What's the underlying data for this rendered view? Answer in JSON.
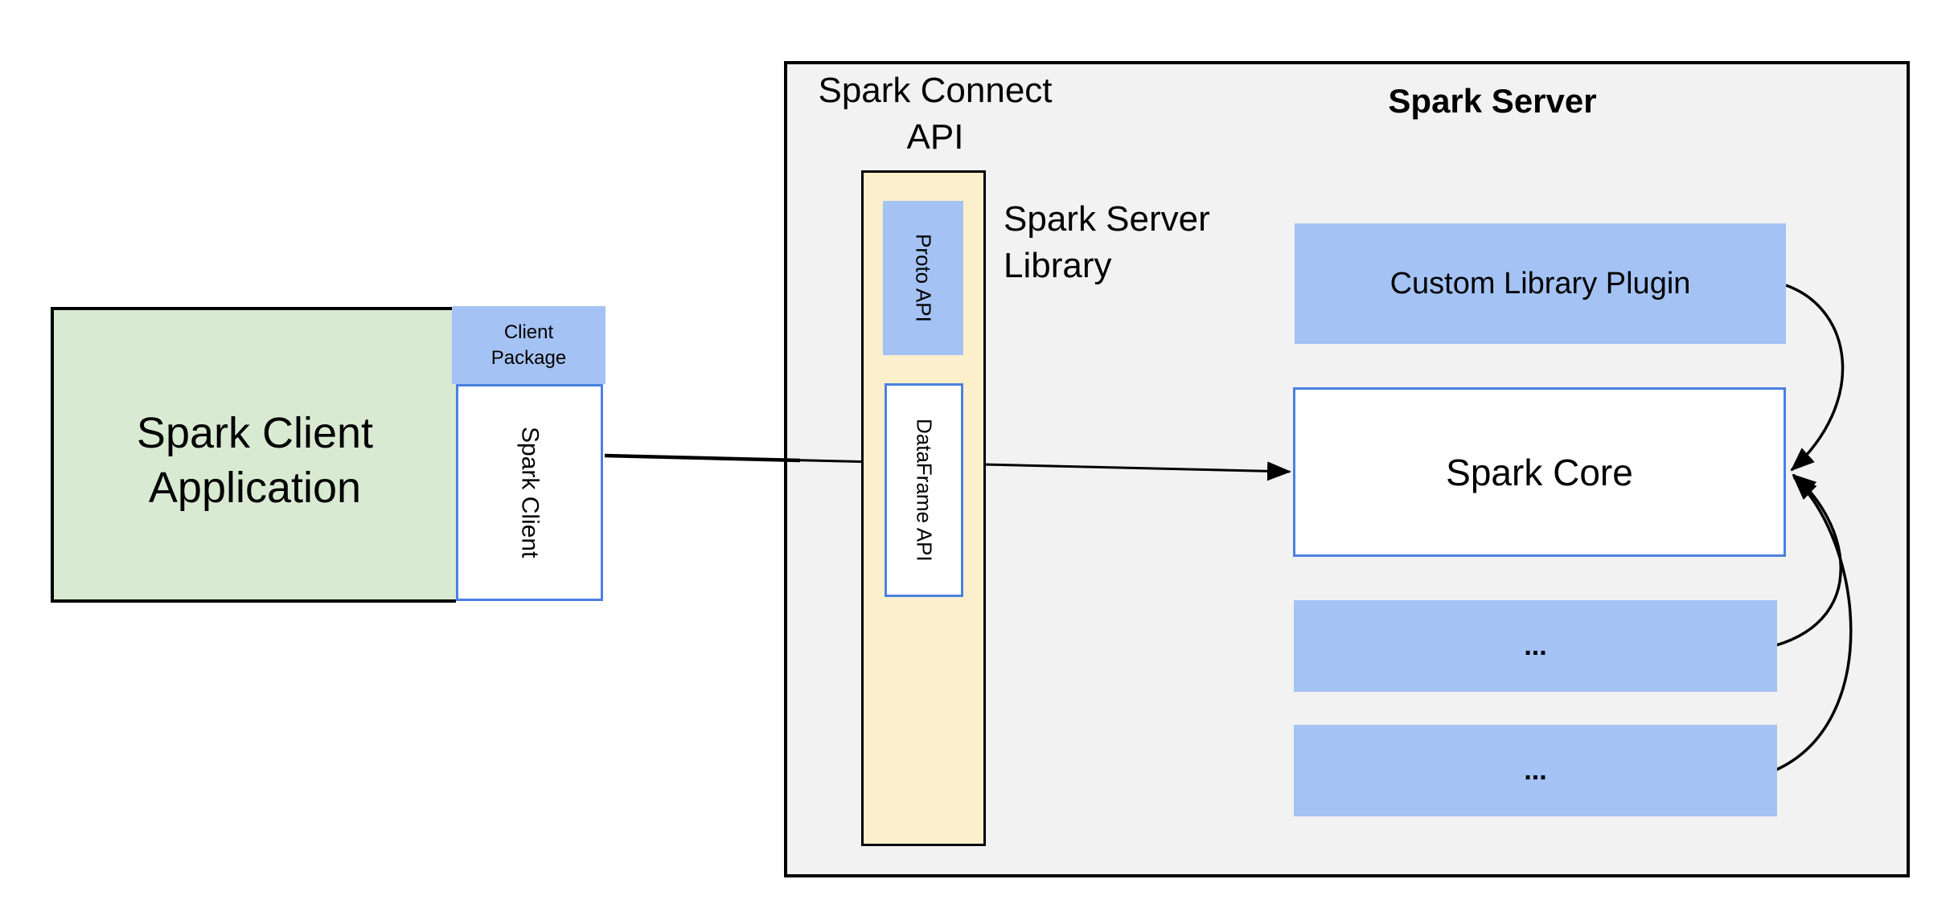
{
  "diagram": {
    "client": {
      "app_label": "Spark Client Application",
      "package_label": "Client Package",
      "client_label": "Spark Client"
    },
    "connect": {
      "api_label": "Spark Connect API",
      "proto_label": "Proto API",
      "dataframe_label": "DataFrame API",
      "server_library_label": "Spark Server Library"
    },
    "server": {
      "title": "Spark Server",
      "plugin_label": "Custom Library Plugin",
      "core_label": "Spark Core",
      "ellipsis_1": "...",
      "ellipsis_2": "..."
    },
    "colors": {
      "green_fill": "#d9ead3",
      "blue_fill": "#a4c2f4",
      "yellow_fill": "#fcf0cc",
      "gray_fill": "#f2f2f2",
      "blue_border": "#4a80e1",
      "line_color": "#000000"
    }
  }
}
